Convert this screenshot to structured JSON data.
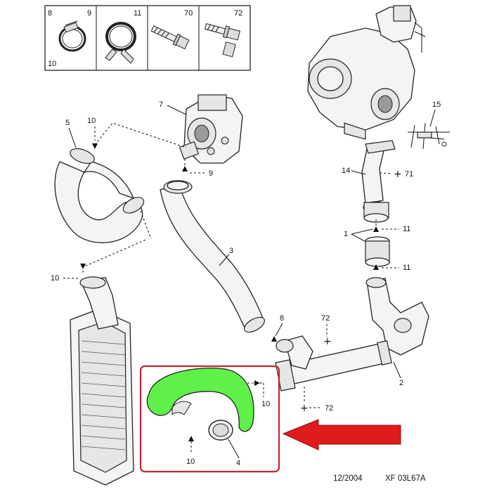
{
  "legend": {
    "cells": [
      {
        "top_left": "8",
        "top_right": "9",
        "bottom_left": "10",
        "icon": "hose-clamp-icon"
      },
      {
        "top_right": "11",
        "icon": "band-clamp-icon"
      },
      {
        "top_right": "70",
        "icon": "bolt-icon"
      },
      {
        "top_right": "72",
        "icon": "stud-bolt-icon"
      }
    ]
  },
  "callouts": {
    "c1": "1",
    "c2": "2",
    "c3": "3",
    "c4": "4",
    "c5": "5",
    "c7": "7",
    "c8": "8",
    "c9": "9",
    "c10a": "10",
    "c10b": "10",
    "c10c": "10",
    "c10d": "10",
    "c11a": "11",
    "c11b": "11",
    "c14": "14",
    "c15": "15",
    "c71": "71",
    "c72a": "72",
    "c72b": "72"
  },
  "footer": {
    "date": "12/2004",
    "ref": "XF 03L67A"
  },
  "colors": {
    "highlight_fill": "#5ff04a",
    "highlight_box": "#c0272d",
    "arrow": "#e01b1b",
    "line": "#111111"
  }
}
